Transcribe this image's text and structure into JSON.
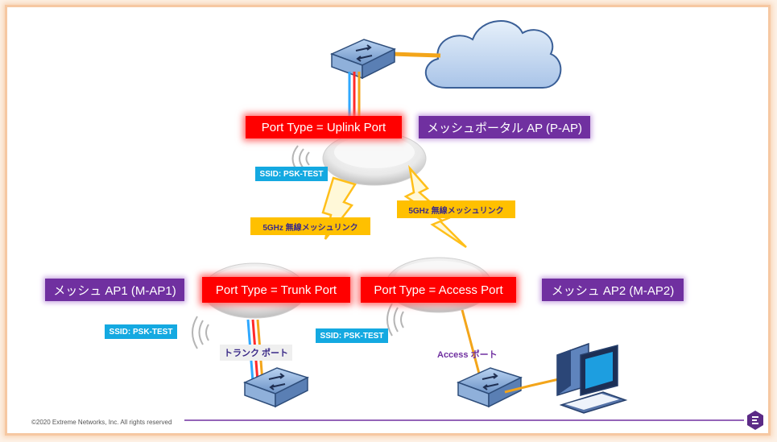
{
  "labels": {
    "uplink_port": "Port Type = Uplink Port",
    "portal_ap": "メッシュポータル AP (P-AP)",
    "trunk_port": "Port Type = Trunk Port",
    "access_port": "Port Type = Access Port",
    "mesh_ap1": "メッシュ AP1 (M-AP1)",
    "mesh_ap2": "メッシュ AP2 (M-AP2)",
    "ssid_top": "SSID: PSK-TEST",
    "ssid_left": "SSID: PSK-TEST",
    "ssid_mid": "SSID: PSK-TEST",
    "mesh_link_left": "5GHz 無線メッシュリンク",
    "mesh_link_right": "5GHz 無線メッシュリンク",
    "trunk_port_caption": "トランク ポート",
    "access_port_caption": "Access ポート"
  },
  "footer": {
    "copyright": "©2020 Extreme Networks, Inc.  All rights reserved"
  },
  "icons": {
    "cloud": "cloud-icon",
    "switch": "network-switch-icon",
    "access_point": "access-point-icon",
    "computer": "desktop-computer-icon",
    "wifi": "wifi-signal-icon",
    "lightning": "lightning-bolt-icon",
    "logo": "extreme-networks-logo"
  },
  "colors": {
    "red_label": "#ff0000",
    "purple_label": "#7030a0",
    "ssid_label": "#14a9e1",
    "mesh_link": "#ffc000",
    "cable_red": "#ff2a2a",
    "cable_blue": "#2fa8ff",
    "cable_orange": "#f3a51a"
  }
}
